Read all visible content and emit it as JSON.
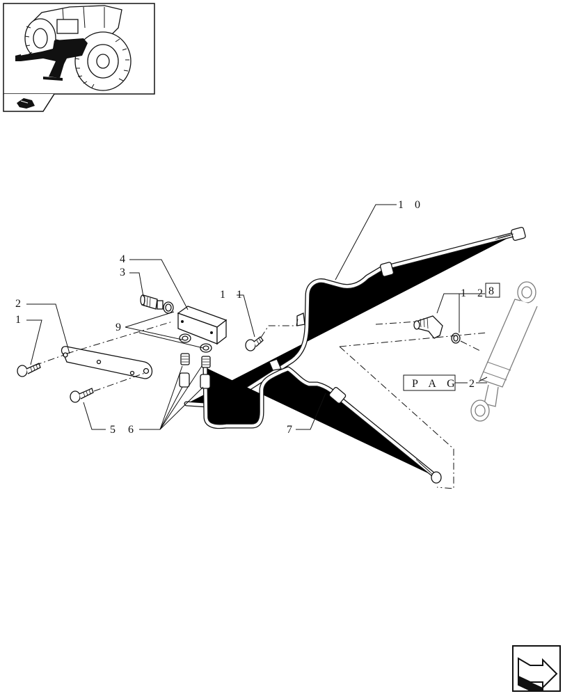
{
  "callouts": {
    "c1": "1",
    "c2": "2",
    "c3": "3",
    "c4": "4",
    "c5": "5",
    "c6": "6",
    "c7": "7",
    "c8": "8",
    "c9": "9",
    "c10": "1 0",
    "c11": "1 1",
    "c12": "1 2"
  },
  "page_ref": {
    "prefix": "P A G",
    "number": "2"
  },
  "icons": {
    "thumbnail": "tractor-location-thumbnail",
    "book": "book-icon",
    "nav": "next-page-arrow-icon"
  }
}
